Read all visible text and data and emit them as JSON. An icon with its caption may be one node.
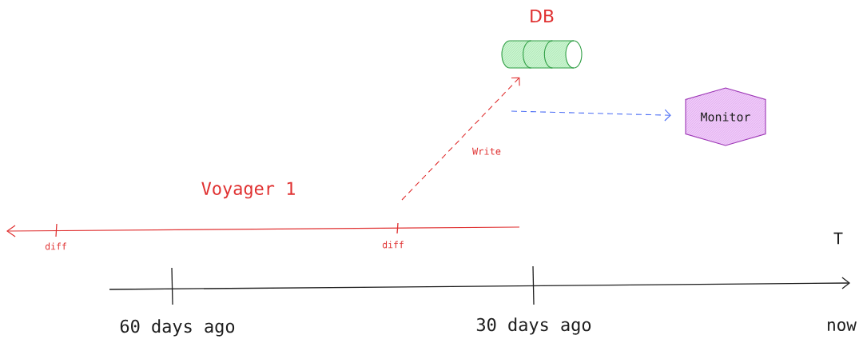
{
  "diagram": {
    "nodes": [
      {
        "text": [
          "DB"
        ]
      },
      {
        "text": [
          "Monitor"
        ]
      }
    ],
    "edges": [
      {
        "from": null,
        "to": 0,
        "arrow": "to",
        "label": "Write",
        "style": "dashed",
        "color": "#e03131"
      },
      {
        "from": null,
        "to": 1,
        "arrow": "to",
        "style": "dashed",
        "color": "#4c6ef5"
      }
    ],
    "labels": [
      "Voyager 1",
      "diff",
      "diff",
      "T",
      "60 days ago",
      "30 days ago",
      "now"
    ]
  }
}
